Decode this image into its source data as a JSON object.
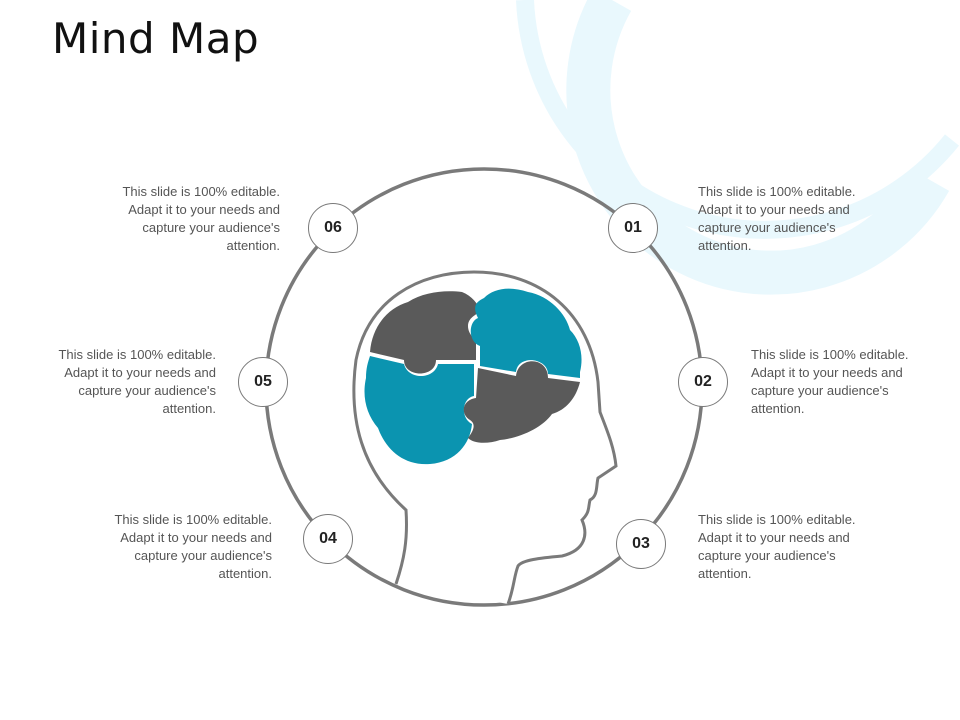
{
  "slide": {
    "title": "Mind Map"
  },
  "colors": {
    "accent": "#0b94b0",
    "dark": "#5a5a5a",
    "ring": "#7a7a7a",
    "decor": "#e9f8fd"
  },
  "nodes": [
    {
      "number": "01",
      "text": "This slide is 100% editable. Adapt it to your needs and capture your audience's attention."
    },
    {
      "number": "02",
      "text": "This slide is 100% editable. Adapt it to your needs and capture your audience's attention."
    },
    {
      "number": "03",
      "text": "This slide is 100% editable. Adapt it to your needs and capture your audience's attention."
    },
    {
      "number": "04",
      "text": "This slide is 100% editable. Adapt it to your needs and capture your audience's attention."
    },
    {
      "number": "05",
      "text": "This slide is 100% editable. Adapt it to your needs and capture your audience's attention."
    },
    {
      "number": "06",
      "text": "This slide is 100% editable. Adapt it to your needs and capture your audience's attention."
    }
  ]
}
